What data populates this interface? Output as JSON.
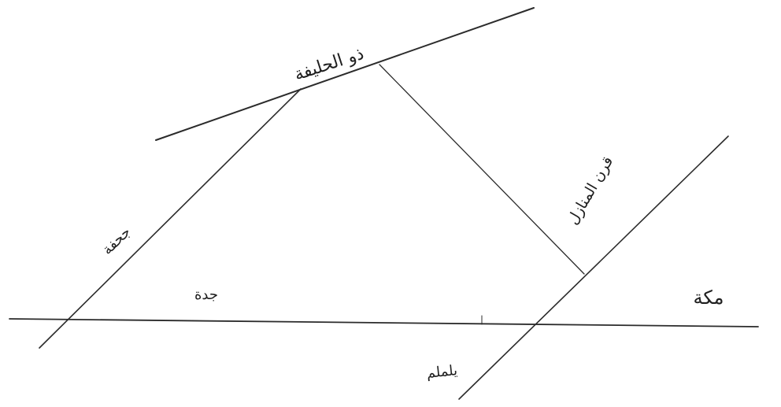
{
  "diagram": {
    "labels": {
      "dhul_hulayfa": "ذو الحليفة",
      "juhfa": "جحفة",
      "jeddah": "جدة",
      "yalamlam": "يلملم",
      "qarn": "قرن المنازل",
      "makkah_label": "مكة"
    },
    "colors": {
      "ink": "#2b2b2b",
      "background": "#ffffff"
    }
  }
}
